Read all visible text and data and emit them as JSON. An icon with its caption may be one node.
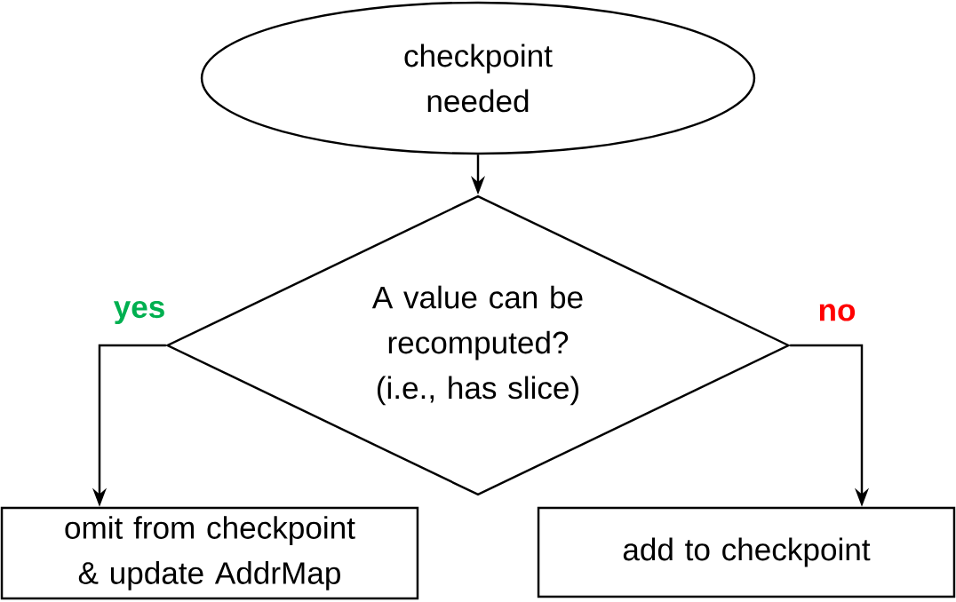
{
  "diagram": {
    "nodes": [
      {
        "text": [
          "checkpoint needed"
        ]
      },
      {
        "text": [
          "A value can be recomputed? (i.e., has slice)"
        ]
      },
      {
        "text": [
          "omit from checkpoint & update AddrMap"
        ]
      },
      {
        "text": [
          "add to checkpoint"
        ]
      }
    ],
    "edges": [
      {
        "from": 0,
        "to": 1,
        "arrow": "to"
      },
      {
        "from": 1,
        "to": 2,
        "arrow": "to",
        "label": "yes"
      },
      {
        "from": 1,
        "to": 3,
        "arrow": "to",
        "label": "no"
      }
    ]
  }
}
